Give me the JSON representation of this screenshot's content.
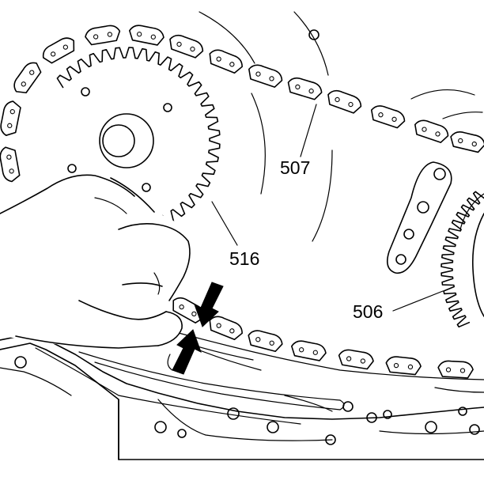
{
  "labels": {
    "chain": "507",
    "left_sprocket": "516",
    "right_sprocket": "506"
  },
  "colors": {
    "line": "#000000",
    "background": "#ffffff",
    "arrow": "#000000"
  },
  "icons": {
    "arrows": "compression-arrow-pair"
  }
}
